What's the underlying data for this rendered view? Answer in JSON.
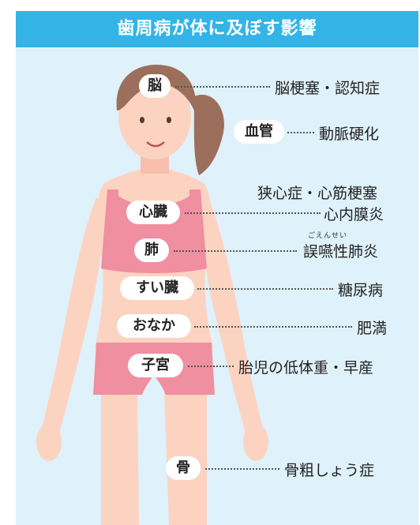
{
  "title": "歯周病が体に及ぼす影響",
  "colors": {
    "header": "#34b4e6",
    "panel": "#dff1fa",
    "skin": "#fcd3c1",
    "garment": "#ef8fa0",
    "hair": "#9b6f5c"
  },
  "organs": {
    "brain": "脳",
    "blood_vessel": "血管",
    "heart": "心臓",
    "lung": "肺",
    "pancreas": "すい臓",
    "stomach": "おなか",
    "uterus": "子宮",
    "bone": "骨"
  },
  "effects": {
    "brain": "脳梗塞・認知症",
    "blood_vessel": "動脈硬化",
    "heart_1": "狭心症・心筋梗塞",
    "heart_2": "心内膜炎",
    "lung_ruby": "ごえんせい",
    "lung": "誤嚥性肺炎",
    "pancreas": "糖尿病",
    "stomach": "肥満",
    "uterus": "胎児の低体重・早産",
    "bone": "骨粗しょう症"
  }
}
